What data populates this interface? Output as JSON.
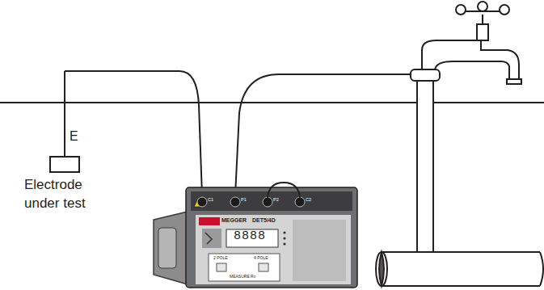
{
  "diagram": {
    "labels": [
      "E",
      "Electrode under test",
      "C1",
      "P1",
      "P2",
      "C2",
      "MEGGER",
      "DET5/4D",
      "8888",
      "2 POLE",
      "4 POLE",
      "MEASURE Rx"
    ]
  }
}
